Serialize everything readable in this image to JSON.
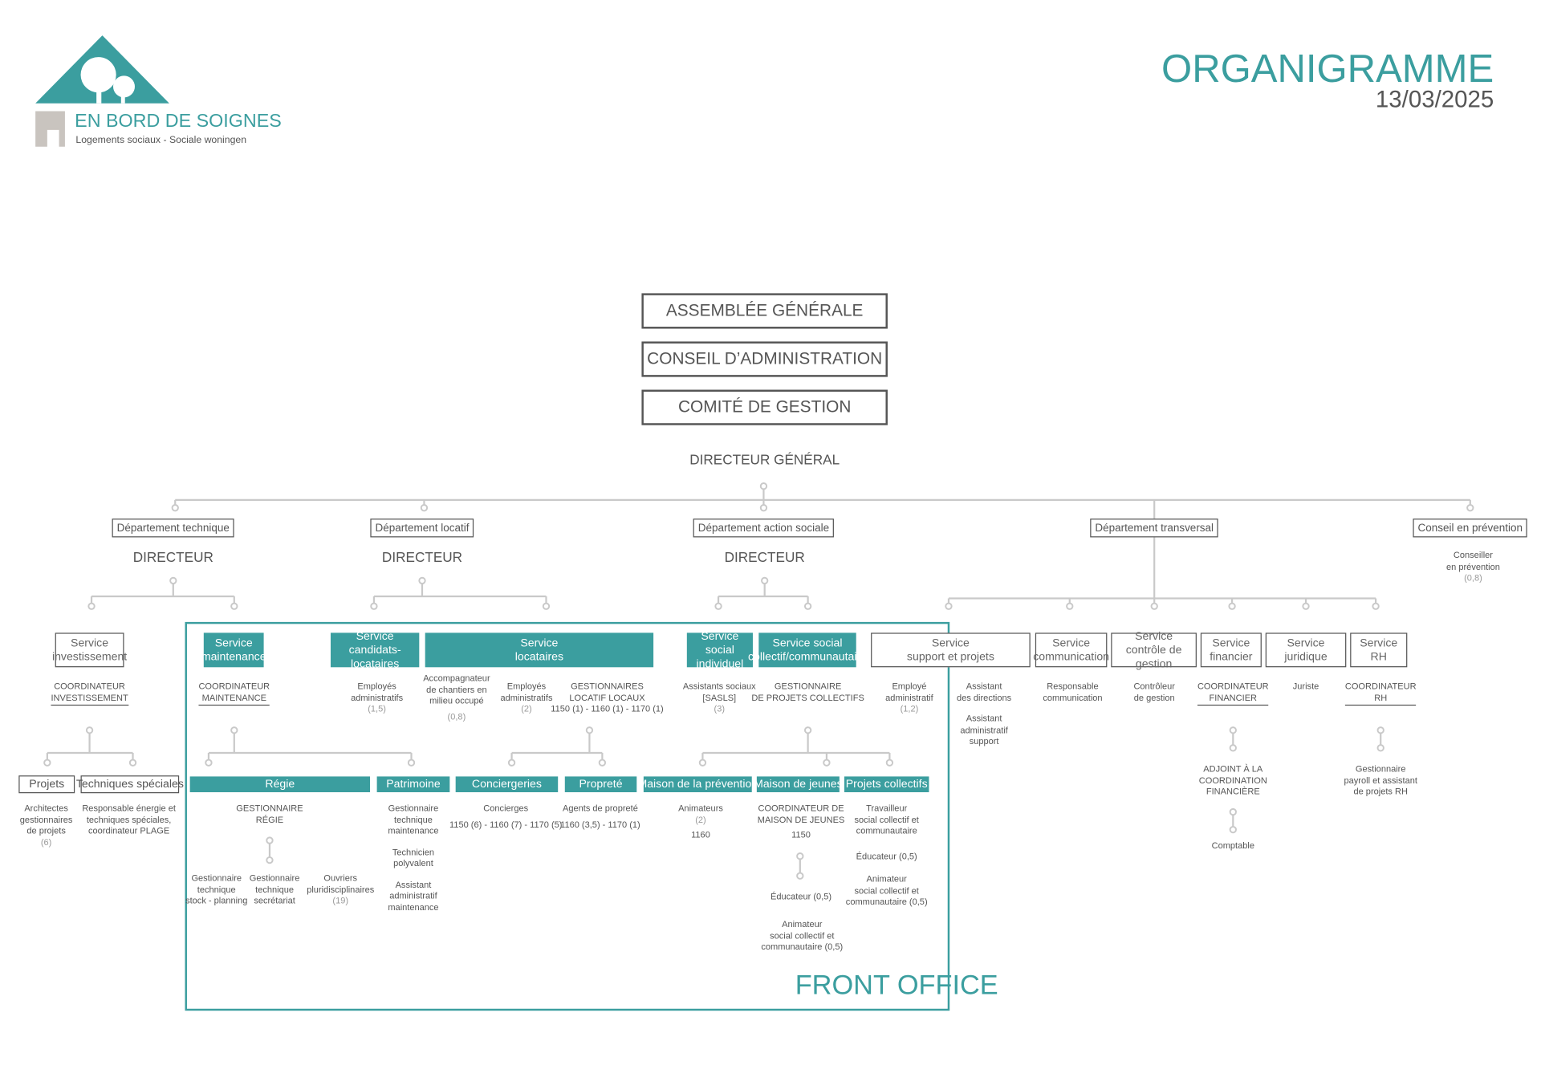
{
  "header": {
    "brand": "EN BORD DE SOIGNES",
    "tagline": "Logements sociaux - Sociale woningen",
    "title": "ORGANIGRAMME",
    "date": "13/03/2025",
    "colors": {
      "teal": "#3b9e9f",
      "grey": "#555555"
    }
  },
  "gov": {
    "ag": "ASSEMBLÉE GÉNÉRALE",
    "ca": "CONSEIL D’ADMINISTRATION",
    "cg": "COMITÉ DE GESTION",
    "dg": "DIRECTEUR GÉNÉRAL"
  },
  "depts": {
    "tech": "Département technique",
    "loc": "Département locatif",
    "soc": "Département action sociale",
    "trans": "Département  transversal",
    "prev": "Conseil en prévention",
    "dir": "DIRECTEUR"
  },
  "prev": {
    "l1": "Conseiller",
    "l2": "en prévention",
    "l3": "(0,8)"
  },
  "svc": {
    "inv1": "Service",
    "inv2": "investissement",
    "inv_coord1": "COORDINATEUR",
    "inv_coord2": "INVESTISSEMENT",
    "projets": "Projets",
    "tech_spec": "Techniques spéciales",
    "proj_t1": "Architectes",
    "proj_t2": "gestionnaires",
    "proj_t3": "de projets",
    "proj_t4": "(6)",
    "ts_t1": "Responsable énergie et",
    "ts_t2": "techniques spéciales,",
    "ts_t3": "coordinateur PLAGE",
    "maint1": "Service",
    "maint2": "maintenance",
    "maint_coord1": "COORDINATEUR",
    "maint_coord2": "MAINTENANCE",
    "regie": "Régie",
    "patrimoine": "Patrimoine",
    "reg_g1": "GESTIONNAIRE",
    "reg_g2": "RÉGIE",
    "gts1": "Gestionnaire",
    "gts2": "technique",
    "gts3": "stock - planning",
    "gtsec1": "Gestionnaire",
    "gtsec2": "technique",
    "gtsec3": "secrétariat",
    "ouv1": "Ouvriers",
    "ouv2": "pluridisciplinaires",
    "ouv3": "(19)",
    "pat1": "Gestionnaire",
    "pat2": "technique",
    "pat3": "maintenance",
    "pat4": "Technicien",
    "pat5": "polyvalent",
    "pat6": "Assistant",
    "pat7": "administratif",
    "pat8": "maintenance",
    "cand1": "Service",
    "cand2": "candidats-locataires",
    "cand_t1": "Employés",
    "cand_t2": "administratifs",
    "cand_t3": "(1,5)",
    "loc1": "Service",
    "loc2": "locataires",
    "acc1": "Accompagnateur",
    "acc2": "de chantiers en",
    "acc3": "milieu occupé",
    "acc4": "(0,8)",
    "le1": "Employés",
    "le2": "administratifs",
    "le3": "(2)",
    "gl1": "GESTIONNAIRES",
    "gl2": "LOCATIF LOCAUX",
    "gl3": "1150 (1) - 1160 (1) - 1170 (1)",
    "conc": "Conciergeries",
    "conc_t1": "Concierges",
    "conc_t2": "1150 (6) - 1160 (7) - 1170 (5)",
    "prop": "Propreté",
    "prop_t1": "Agents de propreté",
    "prop_t2": "1160 (3,5) - 1170 (1)",
    "si1": "Service social",
    "si2": "individuel",
    "si_t1": "Assistants sociaux",
    "si_t2": "[SASLS]",
    "si_t3": "(3)",
    "sc1": "Service social",
    "sc2": "collectif/communautaire",
    "sc_t1": "GESTIONNAIRE",
    "sc_t2": "DE PROJETS COLLECTIFS",
    "mp": "Maison de la prévention",
    "mp_t1": "Animateurs",
    "mp_t2": "(2)",
    "mp_t3": "1160",
    "mj": "Maison de jeunes",
    "mj_t1": "COORDINATEUR DE",
    "mj_t2": "MAISON DE JEUNES",
    "mj_t3": "1150",
    "mj_t4": "Éducateur (0,5)",
    "mj_t5": "Animateur",
    "mj_t6": "social collectif et",
    "mj_t7": "communautaire (0,5)",
    "pc": "Projets collectifs",
    "pc_t1": "Travailleur",
    "pc_t2": "social collectif et",
    "pc_t3": "communautaire",
    "pc_t4": "Éducateur (0,5)",
    "pc_t5": "Animateur",
    "pc_t6": "social collectif et",
    "pc_t7": "communautaire (0,5)",
    "sp1": "Service",
    "sp2": "support et projets",
    "sp_t1": "Employé",
    "sp_t2": "administratif",
    "sp_t3": "(1,2)",
    "sp_t4": "Assistant",
    "sp_t5": "des directions",
    "sp_t6": "Assistant",
    "sp_t7": "administratif",
    "sp_t8": "support",
    "com1": "Service",
    "com2": "communication",
    "com_t1": "Responsable",
    "com_t2": "communication",
    "ctrl1": "Service",
    "ctrl2": "contrôle de gestion",
    "ctrl_t1": "Contrôleur",
    "ctrl_t2": "de gestion",
    "fin1": "Service",
    "fin2": "financier",
    "fin_t1": "COORDINATEUR",
    "fin_t2": "FINANCIER",
    "fin_t3": "ADJOINT À LA",
    "fin_t4": "COORDINATION",
    "fin_t5": "FINANCIÈRE",
    "fin_t6": "Comptable",
    "jur1": "Service",
    "jur2": "juridique",
    "jur_t1": "Juriste",
    "rh1": "Service",
    "rh2": "RH",
    "rh_t1": "COORDINATEUR",
    "rh_t2": "RH",
    "rh_t3": "Gestionnaire",
    "rh_t4": "payroll et assistant",
    "rh_t5": "de projets RH"
  },
  "front_office": "FRONT OFFICE"
}
